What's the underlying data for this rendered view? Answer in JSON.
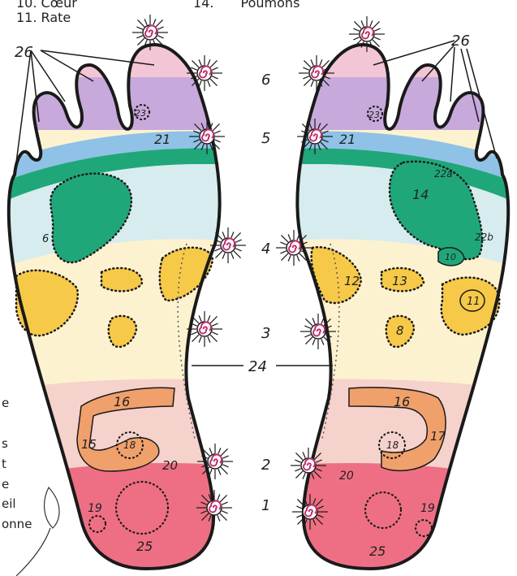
{
  "header": {
    "items": [
      {
        "number": "10.",
        "label": "Cœur"
      },
      {
        "number": "11.",
        "label": "Rate"
      },
      {
        "number": "14.",
        "label": "Poumons"
      }
    ]
  },
  "left_legend_fragments": [
    "e",
    "s",
    "t",
    "e",
    "eil",
    "onne"
  ],
  "level_numbers": [
    "6",
    "5",
    "4",
    "3",
    "2",
    "1"
  ],
  "left_foot_labels": {
    "toes": "26",
    "toe_circle": "23",
    "band": "21",
    "zone6": "6",
    "intestine": "16",
    "loop": "15",
    "center": "18",
    "heel_edge": "20",
    "heel_left": "19",
    "heel": "25"
  },
  "right_foot_labels": {
    "toes": "26",
    "toe_circle": "23",
    "band": "21",
    "band_edge": "22a",
    "lung": "14",
    "edge": "22b",
    "heart": "10",
    "heart_small": "12",
    "stomach": "13",
    "spleen": "11",
    "liver": "8",
    "intestine": "16",
    "loop": "17",
    "center": "18",
    "heel_edge": "20",
    "heel_right": "19",
    "heel": "25"
  },
  "spine_label": "24",
  "colors": {
    "toe_tip": "#f3c6d6",
    "toe": "#c8a9dc",
    "blue_band": "#8fc2e6",
    "green": "#1fa77a",
    "light_blue": "#d6ecef",
    "cream": "#fdf2cf",
    "yellow": "#f7c948",
    "orange": "#f0a06a",
    "pink_band": "#f6d2cc",
    "heel": "#ee6f84",
    "spiral": "#c0306e",
    "outline": "#1a1a1a"
  }
}
